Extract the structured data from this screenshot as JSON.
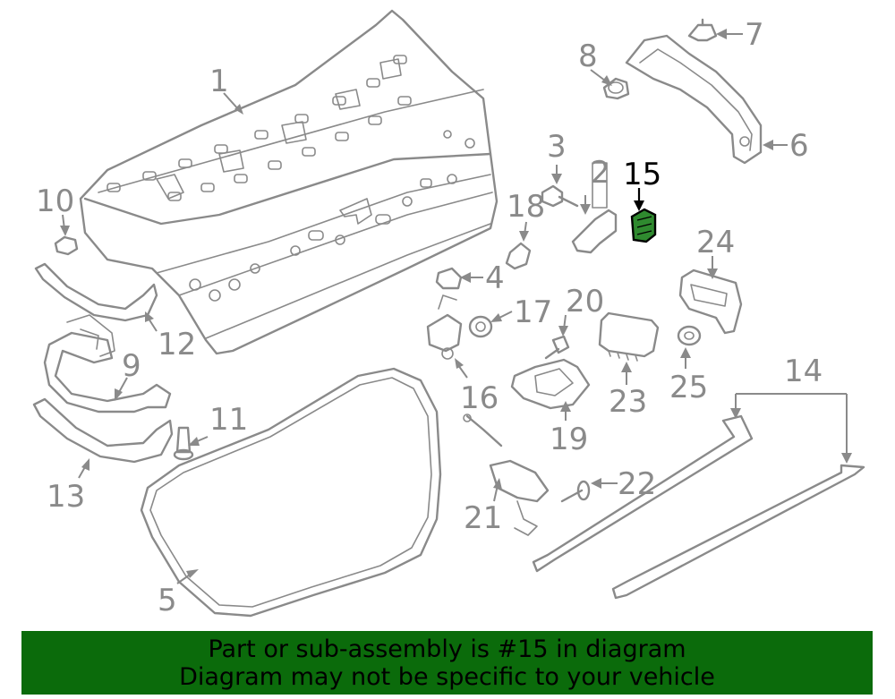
{
  "diagram": {
    "highlight_color": "#2f8a2f",
    "line_color": "#8a8a8a",
    "callouts": {
      "c1": "1",
      "c2": "2",
      "c3": "3",
      "c4": "4",
      "c5": "5",
      "c6": "6",
      "c7": "7",
      "c8": "8",
      "c9": "9",
      "c10": "10",
      "c11": "11",
      "c12": "12",
      "c13": "13",
      "c14": "14",
      "c15": "15",
      "c16": "16",
      "c17": "17",
      "c18": "18",
      "c19": "19",
      "c20": "20",
      "c21": "21",
      "c22": "22",
      "c23": "23",
      "c24": "24",
      "c25": "25"
    },
    "highlighted_part": "15"
  },
  "banner": {
    "background": "#0b6b0b",
    "line1": "Part or sub-assembly is #15 in diagram",
    "line2": "Diagram may not be specific to your vehicle"
  }
}
